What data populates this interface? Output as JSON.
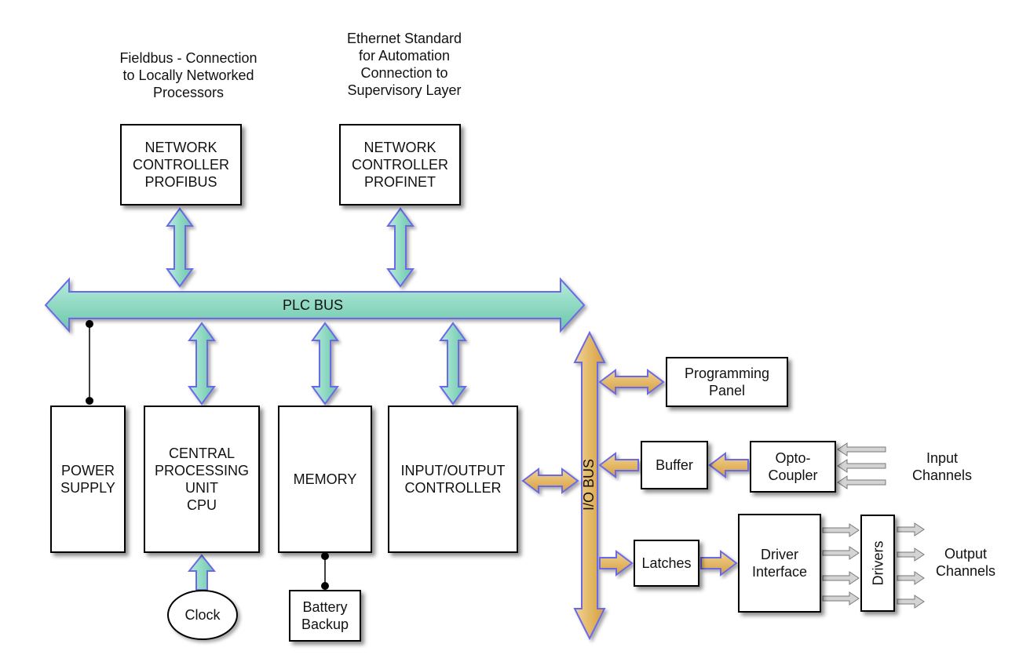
{
  "notes": {
    "fieldbus": "Fieldbus - Connection\nto Locally Networked\nProcessors",
    "ethernet": "Ethernet Standard\nfor Automation\nConnection to\nSupervisory Layer"
  },
  "boxes": {
    "profibus": "NETWORK\nCONTROLLER\nPROFIBUS",
    "profinet": "NETWORK\nCONTROLLER\nPROFINET",
    "power_supply": "POWER\nSUPPLY",
    "cpu": "CENTRAL\nPROCESSING\nUNIT\nCPU",
    "memory": "MEMORY",
    "io_controller": "INPUT/OUTPUT\nCONTROLLER",
    "clock": "Clock",
    "battery": "Battery\nBackup",
    "programming_panel": "Programming\nPanel",
    "buffer": "Buffer",
    "opto_coupler": "Opto-\nCoupler",
    "latches": "Latches",
    "driver_interface": "Driver\nInterface",
    "drivers": "Drivers"
  },
  "buses": {
    "plc_bus": "PLC BUS",
    "io_bus": "I/O BUS"
  },
  "channels": {
    "input": "Input\nChannels",
    "output": "Output\nChannels"
  },
  "colors": {
    "plc_bus_fill": "#8fd9c3",
    "io_bus_fill": "#e2b55f",
    "bus_outline": "#6a6ae8",
    "channel_arrow": "#cfcfcf"
  }
}
